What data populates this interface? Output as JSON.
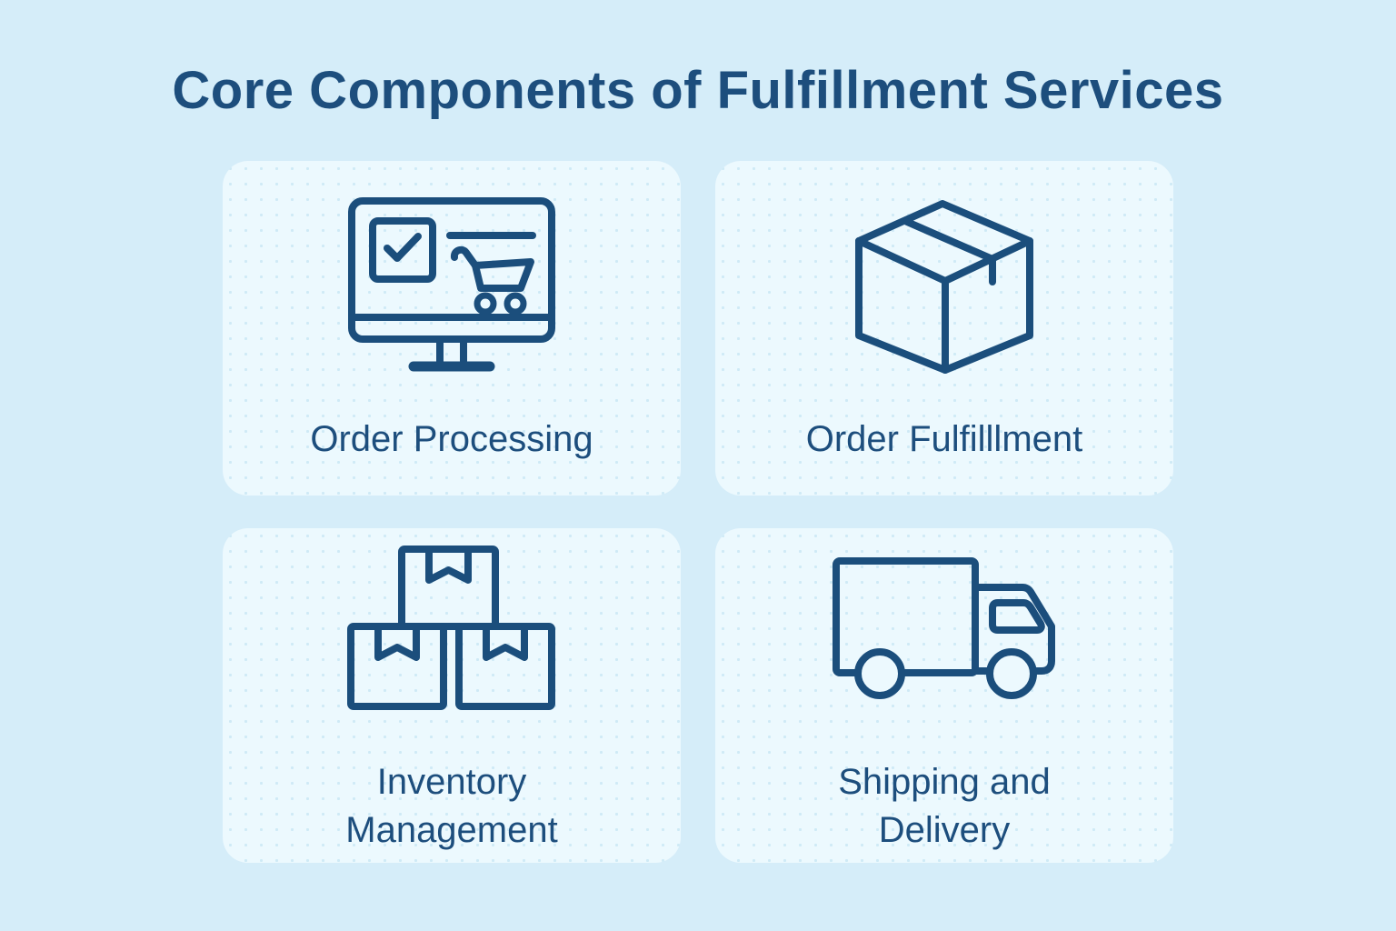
{
  "title": "Core Components of Fulfillment Services",
  "colors": {
    "page_background": "#d5edf9",
    "card_background": "#ecf9fe",
    "ink": "#1d4e7d",
    "icon_stroke": "#1b4e7c"
  },
  "cards": [
    {
      "id": "order-processing",
      "label": "Order Processing",
      "icon": "monitor-checkout-cart-icon"
    },
    {
      "id": "order-fulfillment",
      "label": "Order Fulfilllment",
      "icon": "package-box-icon"
    },
    {
      "id": "inventory-management",
      "label": "Inventory Management",
      "icon": "stacked-boxes-icon"
    },
    {
      "id": "shipping-delivery",
      "label": "Shipping and Delivery",
      "icon": "delivery-truck-icon"
    }
  ]
}
